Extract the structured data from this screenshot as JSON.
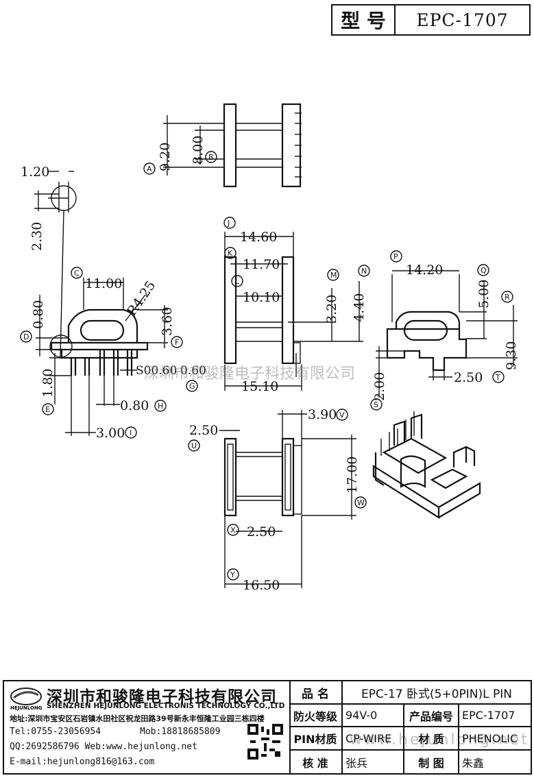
{
  "header": {
    "model_label": "型 号",
    "model_value": "EPC-1707"
  },
  "dimensions": {
    "d_1_20": "1.20",
    "d_2_30": "2.30",
    "d_9_20": "9.20",
    "d_8_00": "8.00",
    "d_11_00": "11.00",
    "d_r4_25": "R4.25",
    "d_0_80a": "0.80",
    "d_3_60": "3.60",
    "d_1_80": "1.80",
    "d_s_0_60": "S00.60",
    "d_0_60": "0.60",
    "d_0_80b": "0.80",
    "d_3_00": "3.00",
    "d_14_60": "14.60",
    "d_11_70": "11.70",
    "d_10_10": "10.10",
    "d_3_20": "3.20",
    "d_4_40": "4.40",
    "d_15_10": "15.10",
    "d_14_20": "14.20",
    "d_5_00": "5.00",
    "d_9_30": "9.30",
    "d_2_00": "2.00",
    "d_2_50a": "2.50",
    "d_2_50b": "2.50",
    "d_3_90": "3.90",
    "d_17_00": "17.00",
    "d_2_50c": "2.50",
    "d_16_50": "16.50"
  },
  "markers": [
    "A",
    "B",
    "C",
    "D",
    "E",
    "F",
    "G",
    "H",
    "I",
    "J",
    "K",
    "L",
    "M",
    "N",
    "P",
    "Q",
    "R",
    "S",
    "T",
    "U",
    "V",
    "W",
    "X",
    "Y"
  ],
  "watermark_company": "深圳市和骏隆电子科技有限公司",
  "watermark_url": "www.hejunlong.net",
  "company": {
    "logo_text": "HEJUNLONG",
    "name_cn": "深圳市和骏隆电子科技有限公司",
    "name_en": "SHENZHEN HEJUNLONG ELECTRONIS TECHNOLOGY CO.,LTD",
    "address": "地址:深圳市宝安区石岩镇水田社区祝龙田路39号新永丰恒隆工业园三栋四楼",
    "tel": "Tel:0755-23056954",
    "mob": "Mob:18818685809",
    "qq_web": "QQ:2692586796 Web:www.hejunlong.net",
    "email": "E-mail:hejunlong816@163.com"
  },
  "spec": {
    "name_label": "品 名",
    "name_value": "EPC-17 卧式(5+0PIN)L PIN",
    "fire_label": "防火等级",
    "fire_value": "94V-0",
    "code_label": "产品编号",
    "code_value": "EPC-1707",
    "pin_label": "PIN材质",
    "pin_value": "CP-WIRE",
    "mat_label": "材 质",
    "mat_value": "PHENOLIC",
    "check_label": "核 准",
    "check_value": "张兵",
    "draw_label": "制 图",
    "draw_value": "朱鑫"
  }
}
